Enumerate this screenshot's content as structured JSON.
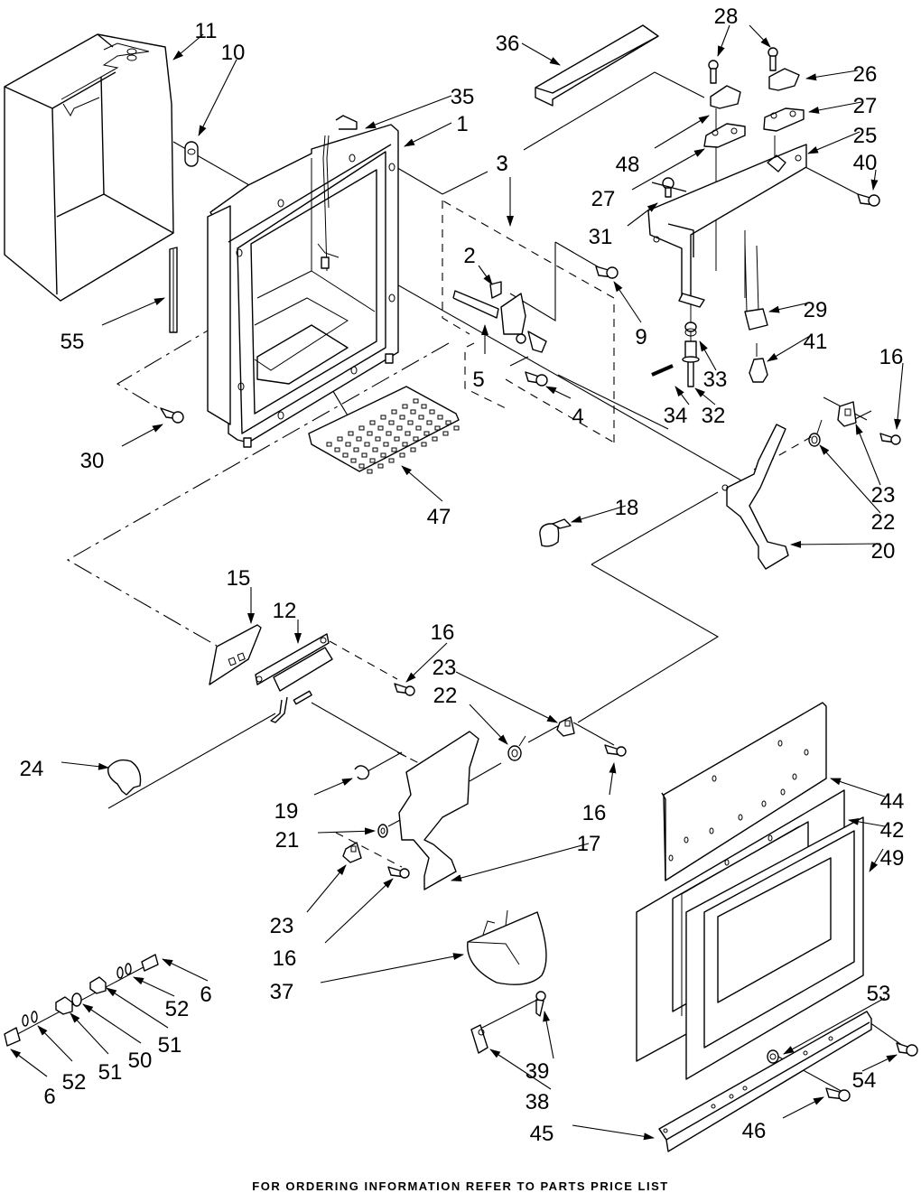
{
  "diagram": {
    "title": "Dispenser parts exploded view",
    "footer_note": "FOR ORDERING INFORMATION REFER TO PARTS PRICE LIST",
    "callouts": [
      {
        "id": "c11",
        "label": "11"
      },
      {
        "id": "c10",
        "label": "10"
      },
      {
        "id": "c35",
        "label": "35"
      },
      {
        "id": "c1",
        "label": "1"
      },
      {
        "id": "c36",
        "label": "36"
      },
      {
        "id": "c3a",
        "label": "3"
      },
      {
        "id": "c3b",
        "label": "3"
      },
      {
        "id": "c2",
        "label": "2"
      },
      {
        "id": "c5",
        "label": "5"
      },
      {
        "id": "c4",
        "label": "4"
      },
      {
        "id": "c9",
        "label": "9"
      },
      {
        "id": "c28",
        "label": "28"
      },
      {
        "id": "c26",
        "label": "26"
      },
      {
        "id": "c27a",
        "label": "27"
      },
      {
        "id": "c25",
        "label": "25"
      },
      {
        "id": "c40",
        "label": "40"
      },
      {
        "id": "c48",
        "label": "48"
      },
      {
        "id": "c27b",
        "label": "27"
      },
      {
        "id": "c31",
        "label": "31"
      },
      {
        "id": "c29",
        "label": "29"
      },
      {
        "id": "c41",
        "label": "41"
      },
      {
        "id": "c33",
        "label": "33"
      },
      {
        "id": "c34",
        "label": "34"
      },
      {
        "id": "c32",
        "label": "32"
      },
      {
        "id": "c16a",
        "label": "16"
      },
      {
        "id": "c23a",
        "label": "23"
      },
      {
        "id": "c22a",
        "label": "22"
      },
      {
        "id": "c55",
        "label": "55"
      },
      {
        "id": "c30",
        "label": "30"
      },
      {
        "id": "c47",
        "label": "47"
      },
      {
        "id": "c18",
        "label": "18"
      },
      {
        "id": "c20",
        "label": "20"
      },
      {
        "id": "c15",
        "label": "15"
      },
      {
        "id": "c12",
        "label": "12"
      },
      {
        "id": "c16b",
        "label": "16"
      },
      {
        "id": "c23b",
        "label": "23"
      },
      {
        "id": "c22b",
        "label": "22"
      },
      {
        "id": "c24",
        "label": "24"
      },
      {
        "id": "c19",
        "label": "19"
      },
      {
        "id": "c16c",
        "label": "16"
      },
      {
        "id": "c21",
        "label": "21"
      },
      {
        "id": "c17",
        "label": "17"
      },
      {
        "id": "c23c",
        "label": "23"
      },
      {
        "id": "c16d",
        "label": "16"
      },
      {
        "id": "c44",
        "label": "44"
      },
      {
        "id": "c42",
        "label": "42"
      },
      {
        "id": "c49",
        "label": "49"
      },
      {
        "id": "c37",
        "label": "37"
      },
      {
        "id": "c6a",
        "label": "6"
      },
      {
        "id": "c52a",
        "label": "52"
      },
      {
        "id": "c51a",
        "label": "51"
      },
      {
        "id": "c50",
        "label": "50"
      },
      {
        "id": "c51b",
        "label": "51"
      },
      {
        "id": "c52b",
        "label": "52"
      },
      {
        "id": "c6b",
        "label": "6"
      },
      {
        "id": "c53",
        "label": "53"
      },
      {
        "id": "c39",
        "label": "39"
      },
      {
        "id": "c38",
        "label": "38"
      },
      {
        "id": "c54",
        "label": "54"
      },
      {
        "id": "c45",
        "label": "45"
      },
      {
        "id": "c46",
        "label": "46"
      }
    ]
  }
}
